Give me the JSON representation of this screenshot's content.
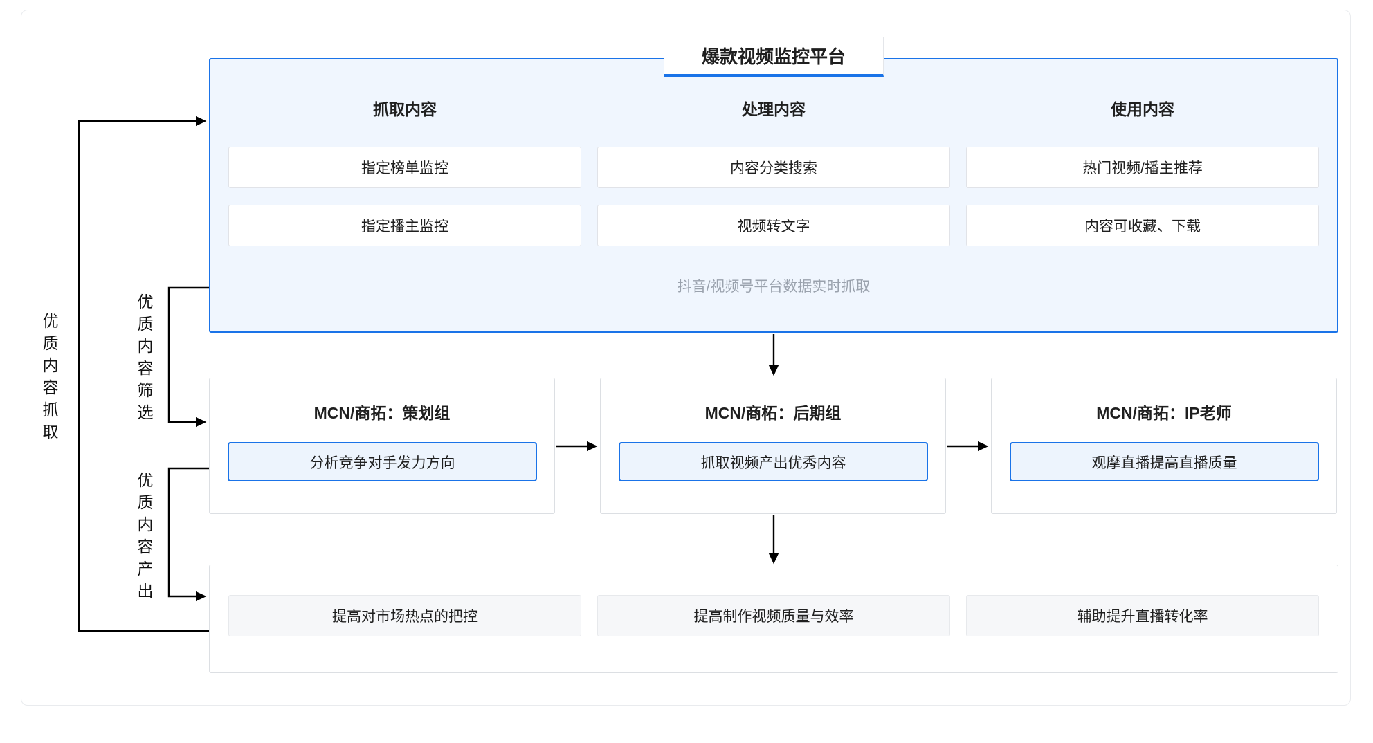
{
  "diagram": {
    "title": "爆款视频监控平台",
    "platform": {
      "columns": [
        {
          "header": "抓取内容",
          "items": [
            "指定榜单监控",
            "指定播主监控"
          ]
        },
        {
          "header": "处理内容",
          "items": [
            "内容分类搜索",
            "视频转文字"
          ]
        },
        {
          "header": "使用内容",
          "items": [
            "热门视频/播主推荐",
            "内容可收藏、下载"
          ]
        }
      ],
      "footnote": "抖音/视频号平台数据实时抓取"
    },
    "teams": [
      {
        "title": "MCN/商拓：策划组",
        "task": "分析竞争对手发力方向"
      },
      {
        "title": "MCN/商柘：后期组",
        "task": "抓取视频产出优秀内容"
      },
      {
        "title": "MCN/商拓：IP老师",
        "task": "观摩直播提高直播质量"
      }
    ],
    "outcomes": [
      "提高对市场热点的把控",
      "提高制作视频质量与效率",
      "辅助提升直播转化率"
    ],
    "side_labels": {
      "capture": "优质内容抓取",
      "filter": "优质内容筛选",
      "produce": "优质内容产出"
    },
    "colors": {
      "accent": "#1a73e8",
      "panel_bg": "#f0f6fe",
      "task_bg": "#edf4fd",
      "muted_text": "#9aa2ad",
      "box_border": "#dcdfe3",
      "outcome_bg": "#f6f7f9",
      "arrow": "#000000"
    }
  }
}
